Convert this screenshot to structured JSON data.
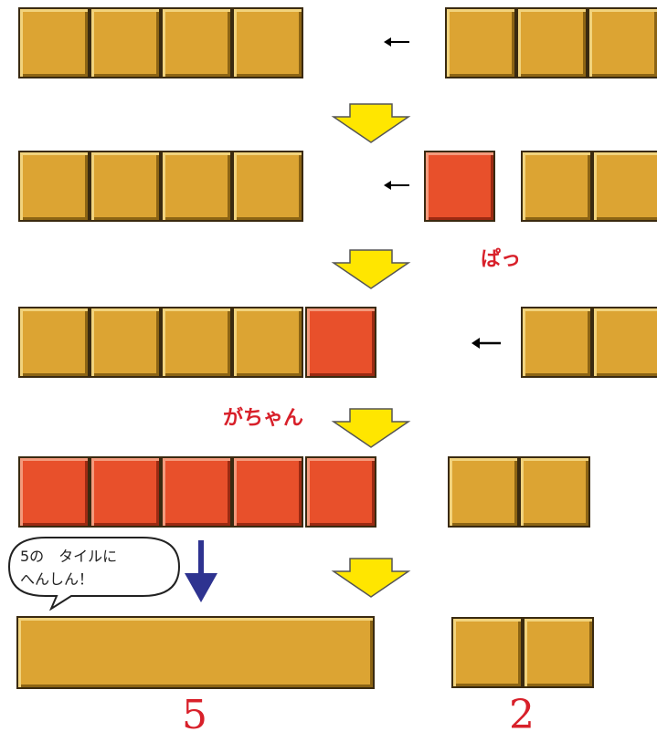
{
  "colors": {
    "tile": "#dca433",
    "tile_red": "#e8502b",
    "arrow_yellow": "#ffe600",
    "arrow_blue": "#2e3390",
    "text_red": "#d8202a"
  },
  "sound_effects": {
    "pop": "ぱっ",
    "clank": "がちゃん"
  },
  "speech_bubble": {
    "line1": "5の　タイルに",
    "line2": "へんしん！"
  },
  "counts": {
    "left": "5",
    "right": "2"
  },
  "icons": {
    "move_left": "left-arrow-icon",
    "next_step": "down-arrow-icon",
    "highlight": "blue-down-arrow-icon"
  }
}
